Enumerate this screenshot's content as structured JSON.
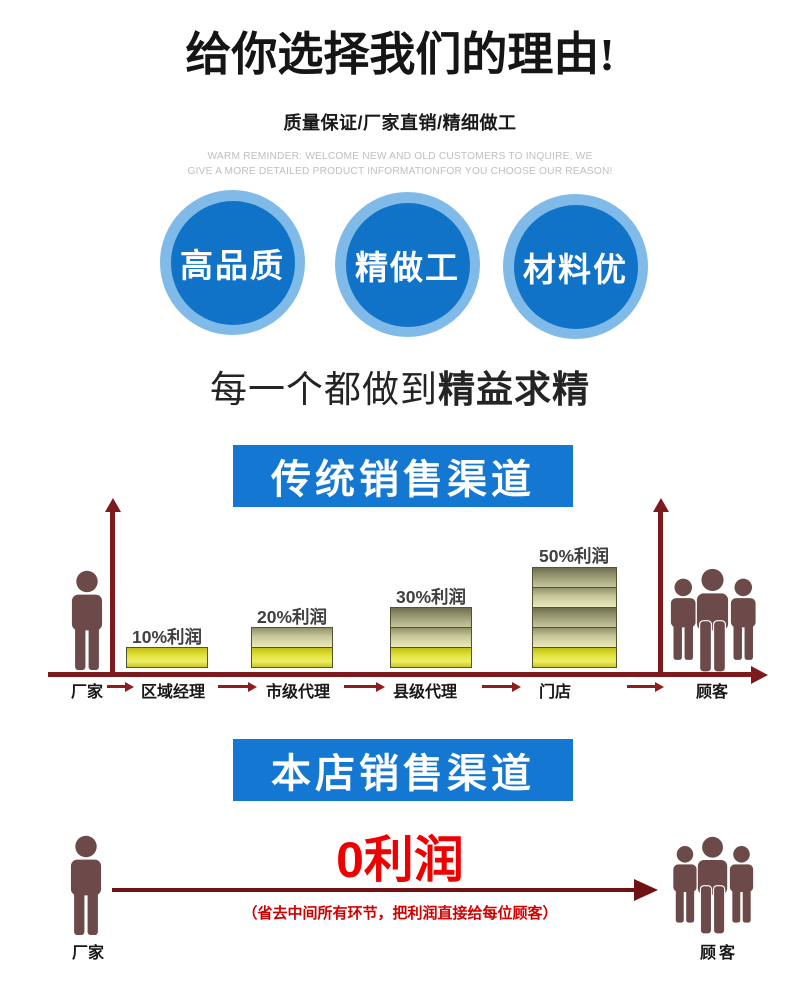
{
  "header": {
    "title": "给你选择我们的理由!",
    "subtitle": "质量保证/厂家直销/精细做工",
    "reminder_line1": "WARM REMINDER: WELCOME NEW AND OLD CUSTOMERS TO INQUIRE, WE",
    "reminder_line2": "GIVE A MORE DETAILED PRODUCT INFORMATIONFOR YOU CHOOSE OUR REASON!"
  },
  "badges": [
    {
      "label": "高品质"
    },
    {
      "label": "精做工"
    },
    {
      "label": "材料优"
    }
  ],
  "tagline": {
    "normal": "每一个都做到",
    "bold": "精益求精"
  },
  "traditional": {
    "banner": "传统销售渠道",
    "nodes": [
      "厂家",
      "区域经理",
      "市级代理",
      "县级代理",
      "门店",
      "顾客"
    ],
    "bars": [
      {
        "label": "10%利润",
        "discs": 1
      },
      {
        "label": "20%利润",
        "discs": 2
      },
      {
        "label": "30%利润",
        "discs": 3
      },
      {
        "label": "50%利润",
        "discs": 5
      }
    ]
  },
  "direct": {
    "banner": "本店销售渠道",
    "profit": "0利润",
    "note": "（省去中间所有环节，把利润直接给每位顾客）",
    "from_label": "厂家",
    "to_label": "顾客"
  },
  "chart_data": {
    "type": "bar",
    "title": "传统销售渠道",
    "categories": [
      "厂家",
      "区域经理",
      "市级代理",
      "县级代理",
      "门店",
      "顾客"
    ],
    "values": [
      0,
      10,
      20,
      30,
      50,
      0
    ],
    "bar_labels": [
      "10%利润",
      "20%利润",
      "30%利润",
      "50%利润"
    ],
    "ylabel": "利润",
    "comparison": {
      "title": "本店销售渠道",
      "value": 0,
      "label": "0利润",
      "note": "（省去中间所有环节，把利润直接给每位顾客）"
    }
  },
  "colors": {
    "banner_blue": "#1478d2",
    "circle_ring": "#7fbae8",
    "circle_fill": "#1173c8",
    "maroon": "#7c1a1d",
    "arrow_maroon": "#8e1e1e",
    "person": "#6d4a4a",
    "profit_red": "#ee0000",
    "note_red": "#cf0000",
    "disc_yellow": "#e2e23e",
    "disc_olive": "#9e9e78"
  }
}
